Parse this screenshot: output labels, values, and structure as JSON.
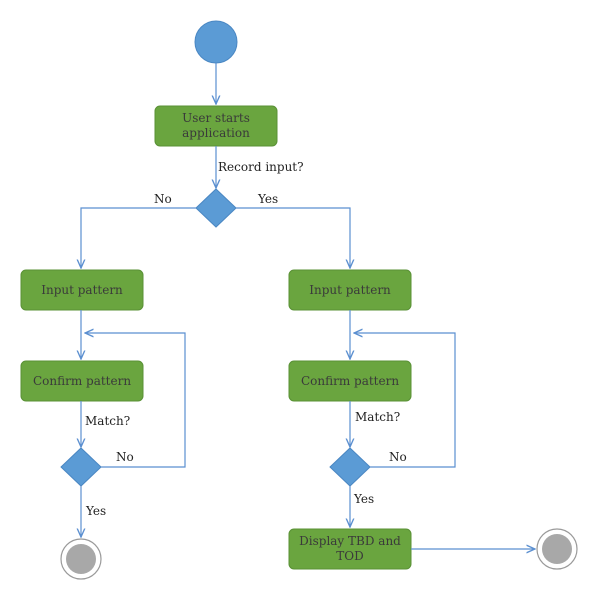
{
  "colors": {
    "activity_fill": "#6aa53f",
    "decision_fill": "#5b9bd5",
    "start_fill": "#5b9bd5",
    "end_fill": "#a8a8a8",
    "edge": "#5b8fd0"
  },
  "nodes": {
    "start_app": {
      "line1": "User starts",
      "line2": "application"
    },
    "decision_record": {
      "label": "Record input?"
    },
    "left": {
      "input": "Input pattern",
      "confirm": "Confirm pattern",
      "match": "Match?"
    },
    "right": {
      "input": "Input pattern",
      "confirm": "Confirm pattern",
      "match": "Match?",
      "display": {
        "line1": "Display TBD and",
        "line2": "TOD"
      }
    }
  },
  "edges": {
    "record_no": "No",
    "record_yes": "Yes",
    "left_no": "No",
    "left_yes": "Yes",
    "right_no": "No",
    "right_yes": "Yes"
  }
}
